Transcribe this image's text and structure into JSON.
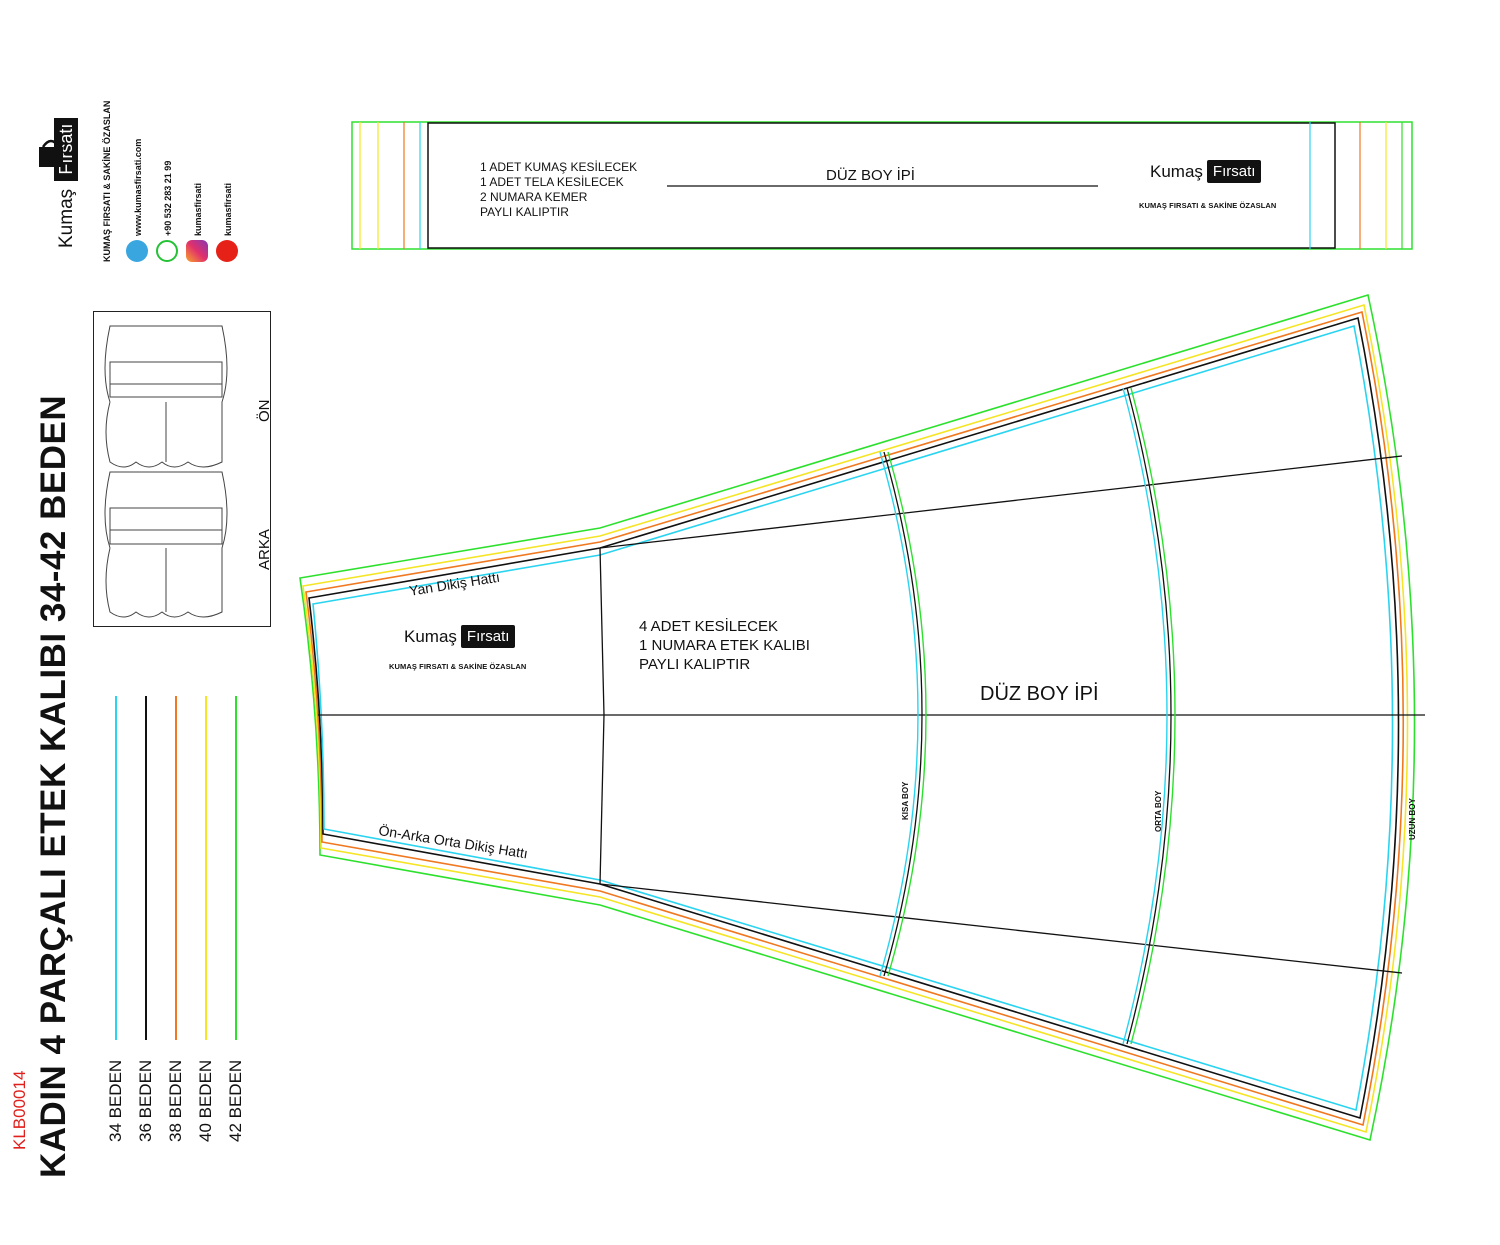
{
  "title": "KADIN 4 PARÇALI ETEK KALIBI 34-42 BEDEN",
  "product_code": "KLB00014",
  "brand": {
    "word": "Kumaş",
    "box": "Fırsatı",
    "subtitle": "KUMAŞ FIRSATI & SAKİNE ÖZASLAN",
    "website": "www.kumasfirsati.com",
    "phone": "+90 532 283 21 99",
    "instagram": "kumasfirsati",
    "youtube": "kumasfirsati"
  },
  "preview": {
    "front_label": "ÖN",
    "back_label": "ARKA"
  },
  "legend": [
    {
      "label": "34 BEDEN",
      "color": "#2ad4f0"
    },
    {
      "label": "36 BEDEN",
      "color": "#111111"
    },
    {
      "label": "38 BEDEN",
      "color": "#f07820"
    },
    {
      "label": "40 BEDEN",
      "color": "#f5e526"
    },
    {
      "label": "42 BEDEN",
      "color": "#2ee02e"
    }
  ],
  "belt": {
    "instructions": [
      "1 ADET KUMAŞ KESİLECEK",
      "1 ADET TELA KESİLECEK",
      "2 NUMARA KEMER",
      "PAYLI KALIPTIR"
    ],
    "grain_label": "DÜZ BOY İPİ"
  },
  "skirt": {
    "side_seam": "Yan Dikiş Hattı",
    "center_seam": "Ön-Arka Orta Dikiş Hattı",
    "instructions": [
      "4 ADET KESİLECEK",
      "1 NUMARA ETEK KALIBI",
      "PAYLI KALIPTIR"
    ],
    "grain_label": "DÜZ BOY İPİ",
    "lengths": [
      "KISA BOY",
      "ORTA BOY",
      "UZUN BOY"
    ]
  }
}
